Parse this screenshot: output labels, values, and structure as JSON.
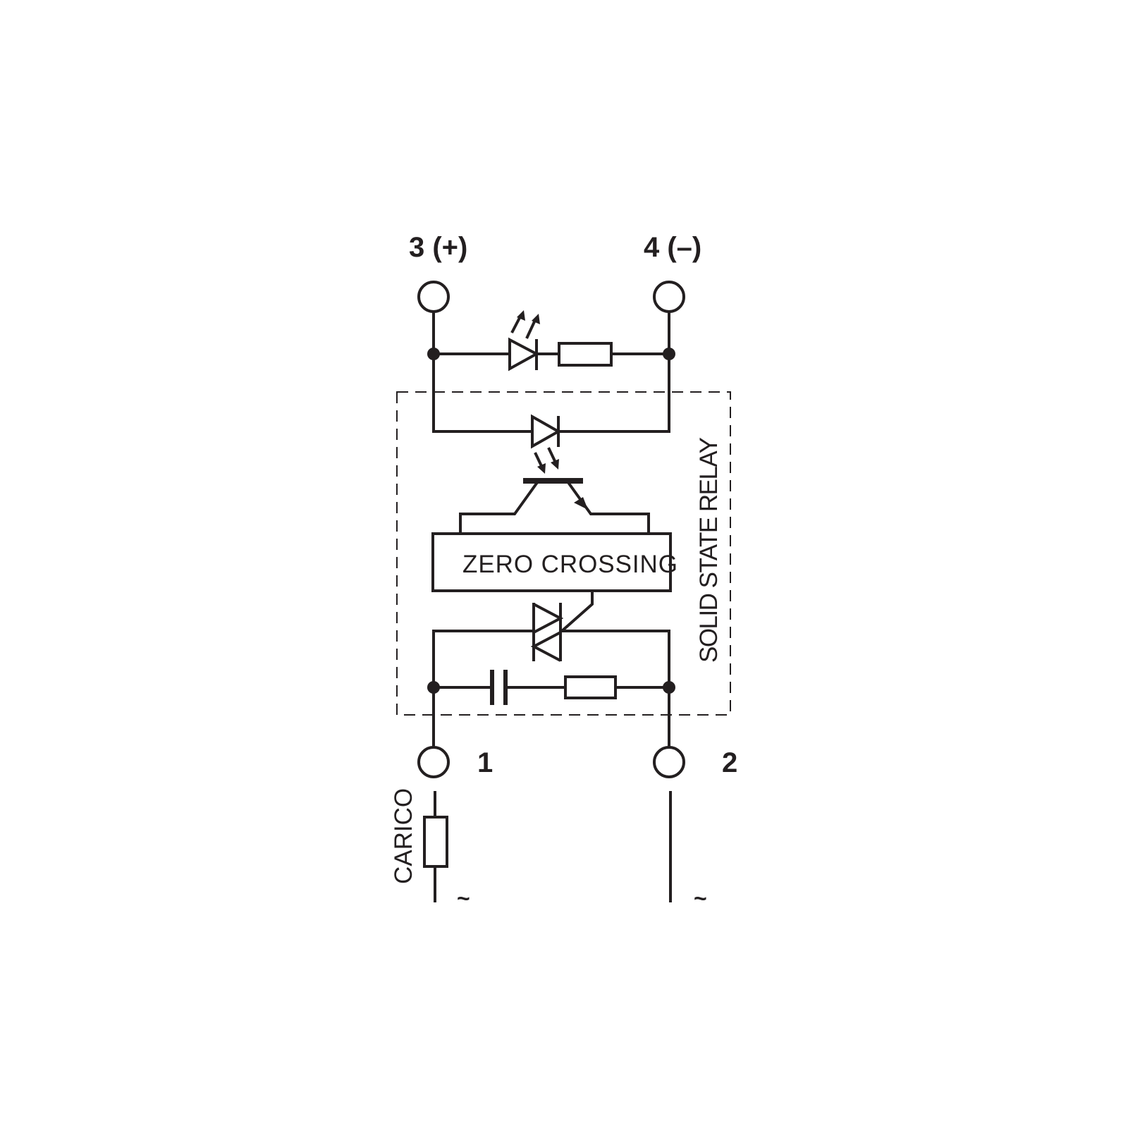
{
  "terminals": {
    "t3": "3 (+)",
    "t4": "4 (–)",
    "t1": "1",
    "t2": "2"
  },
  "block_label": "ZERO CROSSING",
  "relay_label": "SOLID STATE RELAY",
  "load_label": "CARICO",
  "ac_left": "~",
  "ac_right": "~",
  "line_color": "#231f20"
}
